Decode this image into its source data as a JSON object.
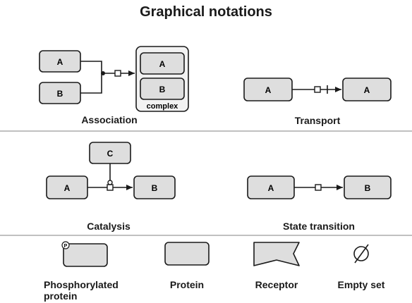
{
  "title": "Graphical notations",
  "sections": {
    "association": {
      "label": "Association",
      "input_a": "A",
      "input_b": "B",
      "complex_a": "A",
      "complex_b": "B",
      "complex_label": "complex"
    },
    "transport": {
      "label": "Transport",
      "from": "A",
      "to": "A"
    },
    "catalysis": {
      "label": "Catalysis",
      "catalyst": "C",
      "from": "A",
      "to": "B"
    },
    "state_transition": {
      "label": "State transition",
      "from": "A",
      "to": "B"
    }
  },
  "legend": [
    {
      "label": "Phosphorylated protein",
      "badge": "P"
    },
    {
      "label": "Protein"
    },
    {
      "label": "Receptor"
    },
    {
      "label": "Empty set",
      "symbol": "∅"
    }
  ],
  "colors": {
    "node_fill": "#dedede",
    "stroke": "#1a1a1a",
    "complex_fill": "#f2f2f2",
    "divider": "#9a9a9a"
  }
}
